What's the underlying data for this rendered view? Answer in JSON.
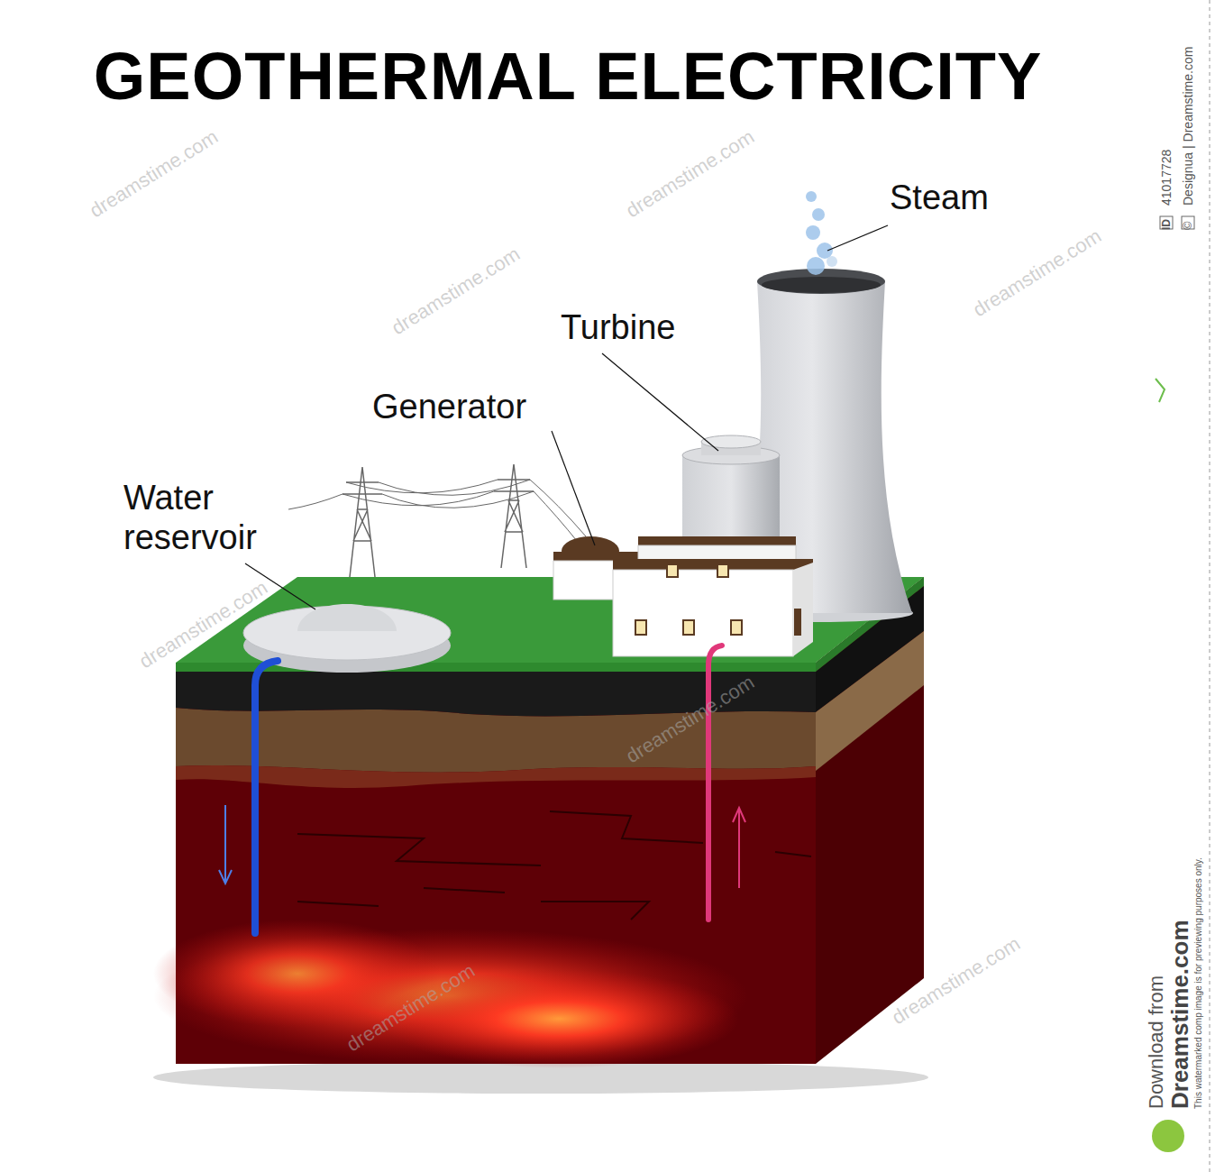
{
  "diagram": {
    "title": "GEOTHERMAL ELECTRICITY",
    "labels": [
      "Steam",
      "Turbine",
      "Generator",
      "Water reservoir",
      "dreamstime.com",
      "dreamstime.com",
      "dreamstime.com",
      "dreamstime.com",
      "dreamstime.com",
      "dreamstime.com",
      "dreamstime.com",
      "dreamstime.com",
      "ID",
      "41017728",
      "©",
      "Designua | Dreamstime.com",
      "Download from",
      "Dreamstime.com",
      "This watermarked comp image is for previewing purposes only."
    ]
  }
}
